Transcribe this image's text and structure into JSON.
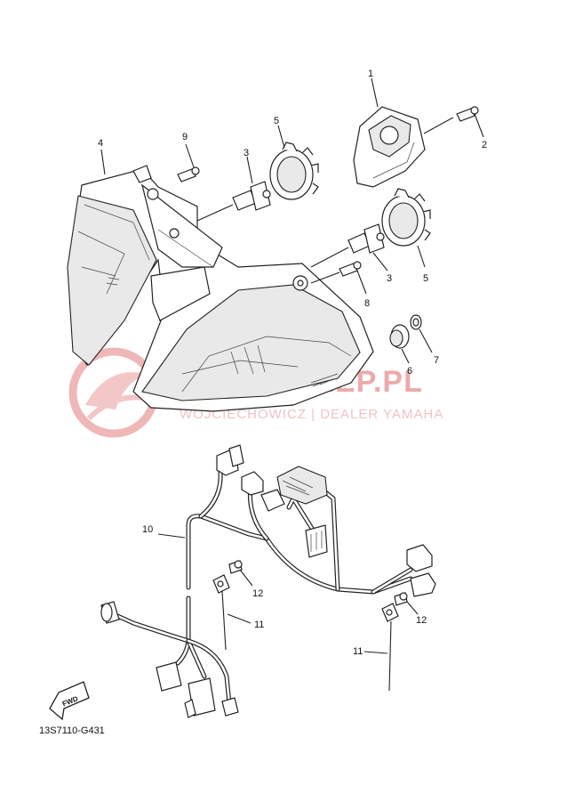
{
  "callouts": {
    "c1": "1",
    "c2": "2",
    "c3a": "3",
    "c3b": "3",
    "c4": "4",
    "c5a": "5",
    "c5b": "5",
    "c6": "6",
    "c7": "7",
    "c8": "8",
    "c9": "9",
    "c10": "10",
    "c11a": "11",
    "c11b": "11",
    "c12a": "12",
    "c12b": "12"
  },
  "fwd_label": "FWD",
  "diagram_code": "13S7110-G431",
  "watermark": {
    "title": "YAMASKLEP.PL",
    "subtitle": "WOJCIECHOWICZ | DEALER YAMAHA",
    "color": "#e9a3a3"
  }
}
